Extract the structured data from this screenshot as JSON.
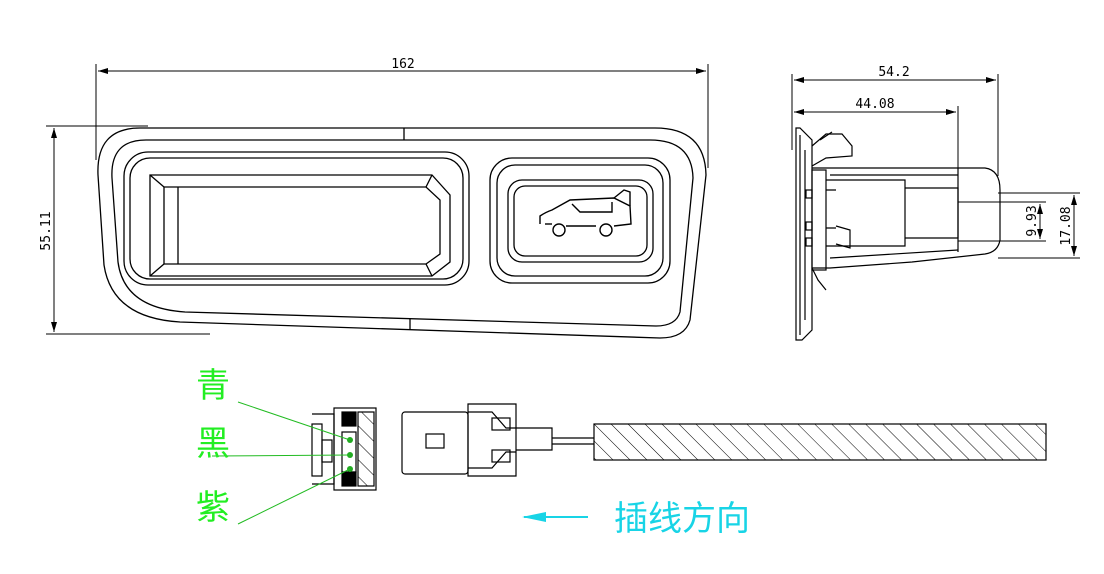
{
  "front_view": {
    "width_dimension": "162",
    "height_dimension": "55.11"
  },
  "side_view": {
    "overall_depth_dimension": "54.2",
    "body_depth_dimension": "44.08",
    "connector_height_dimension": "17.08",
    "inner_height_dimension": "9.93"
  },
  "connector": {
    "wire_colors": [
      "青",
      "黑",
      "紫"
    ],
    "pin_dot_color": "#22aa22",
    "label_color": "#22ee22"
  },
  "insertion": {
    "direction_label": "插线方向",
    "arrow_color": "#18d4e6"
  },
  "icons": {
    "button": "suv-tailgate-icon"
  }
}
